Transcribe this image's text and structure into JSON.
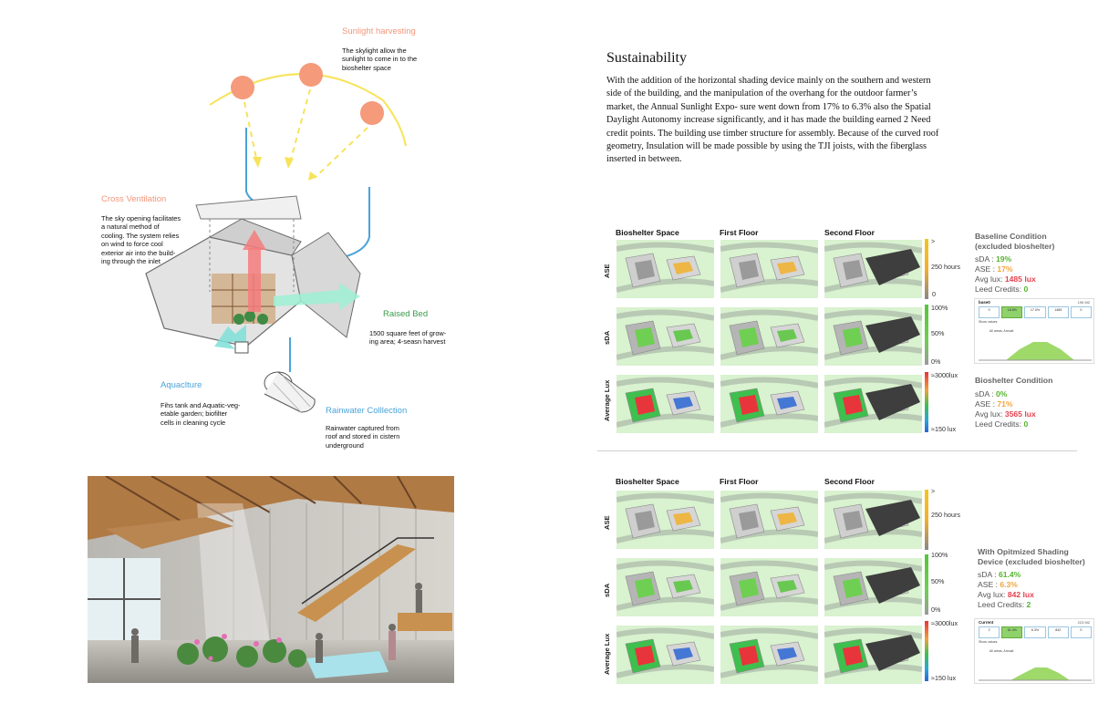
{
  "diagram": {
    "sunlight": {
      "title": "Sunlight harvesting",
      "body": [
        "The skylight allow the",
        "sunlight to come in to the",
        "bioshelter space"
      ]
    },
    "cross_ventilation": {
      "title": "Cross Ventilation",
      "body": [
        "The sky opening facilitates",
        "a natural method of",
        "cooling. The system relies",
        "on wind to force cool",
        "exterior air into the build-",
        "ing through the inlet"
      ]
    },
    "raised_bed": {
      "title": "Raised Bed",
      "body": [
        "1500 square feet of grow-",
        "ing area; 4-seasn harvest"
      ]
    },
    "aquaculture": {
      "title": "Aquaclture",
      "body": [
        "Fihs tank and Aquatic-veg-",
        "etable garden; biofilter",
        "cells in cleaning cycle"
      ]
    },
    "rainwater": {
      "title": "Rainwater Colllection",
      "body": [
        "Rainwater  captured from",
        "roof and stored in cistern",
        "underground"
      ]
    }
  },
  "sustainability": {
    "title": "Sustainability",
    "paragraph": "With the addition of the horizontal shading device mainly on the southern and western side of the building, and the manipulation of the overhang for the outdoor farmer’s market, the Annual Sunlight Expo- sure went down from 17% to 6.3% also the Spatial Daylight Autonomy increase significantly, and it has made the building earned 2 Need credit points.  The building use timber structure for assembly. Because of the curved roof geometry, Insulation will be made possible by using the TJI joists, with the fiberglass inserted in between."
  },
  "analysis": {
    "columns": [
      "Bioshelter  Space",
      "First Floor",
      "Second Floor"
    ],
    "rows": [
      "ASE",
      "sDA",
      "Average Lux"
    ],
    "scale_ase": {
      "top": ">",
      "mid": "250 hours",
      "bottom": "0"
    },
    "scale_sda": {
      "top": "100%",
      "mid": "50%",
      "bottom": "0%"
    },
    "scale_lux": {
      "top": "≈3000lux",
      "bottom": "≈150 lux"
    },
    "baseline": {
      "heading": "Baseline Condition (excluded bioshelter)",
      "sda_label": "sDA : ",
      "sda": "19%",
      "ase_label": "ASE : ",
      "ase": "17%",
      "lux_label": "Avg lux: ",
      "lux": "1485 lux",
      "credits_label": "Leed Credits: ",
      "credits": "0"
    },
    "bioshelter": {
      "heading": "Bioshelter Condition",
      "sda_label": "sDA : ",
      "sda": "0%",
      "ase_label": "ASE : ",
      "ase": "71%",
      "lux_label": "Avg lux: ",
      "lux": "3565 lux",
      "credits_label": "Leed Credits: ",
      "credits": "0"
    },
    "optimized": {
      "heading": "With Opitmized Shading Device (excluded bioshelter)",
      "sda_label": "sDA : ",
      "sda": "61.4%",
      "ase_label": "ASE : ",
      "ase": "6.3%",
      "lux_label": "Avg lux: ",
      "lux": "842 lux",
      "credits_label": "Leed Credits: ",
      "credits": "2"
    },
    "mini_base": {
      "title": "base0",
      "right": "196 M2",
      "boxes": [
        "0",
        "18.8%",
        "17.0%",
        "1485",
        "0"
      ],
      "check": "Show values",
      "chart_title": "All areas, Annual"
    },
    "mini_opt": {
      "title": "Current",
      "right": "223 M2",
      "boxes": [
        "2",
        "61.4%",
        "6.3%",
        "842",
        "0"
      ],
      "check": "Show values",
      "chart_title": "All areas, Annual"
    },
    "colors": {
      "green": "#56b32f",
      "orange": "#f2a43b",
      "red": "#e5434f"
    }
  }
}
